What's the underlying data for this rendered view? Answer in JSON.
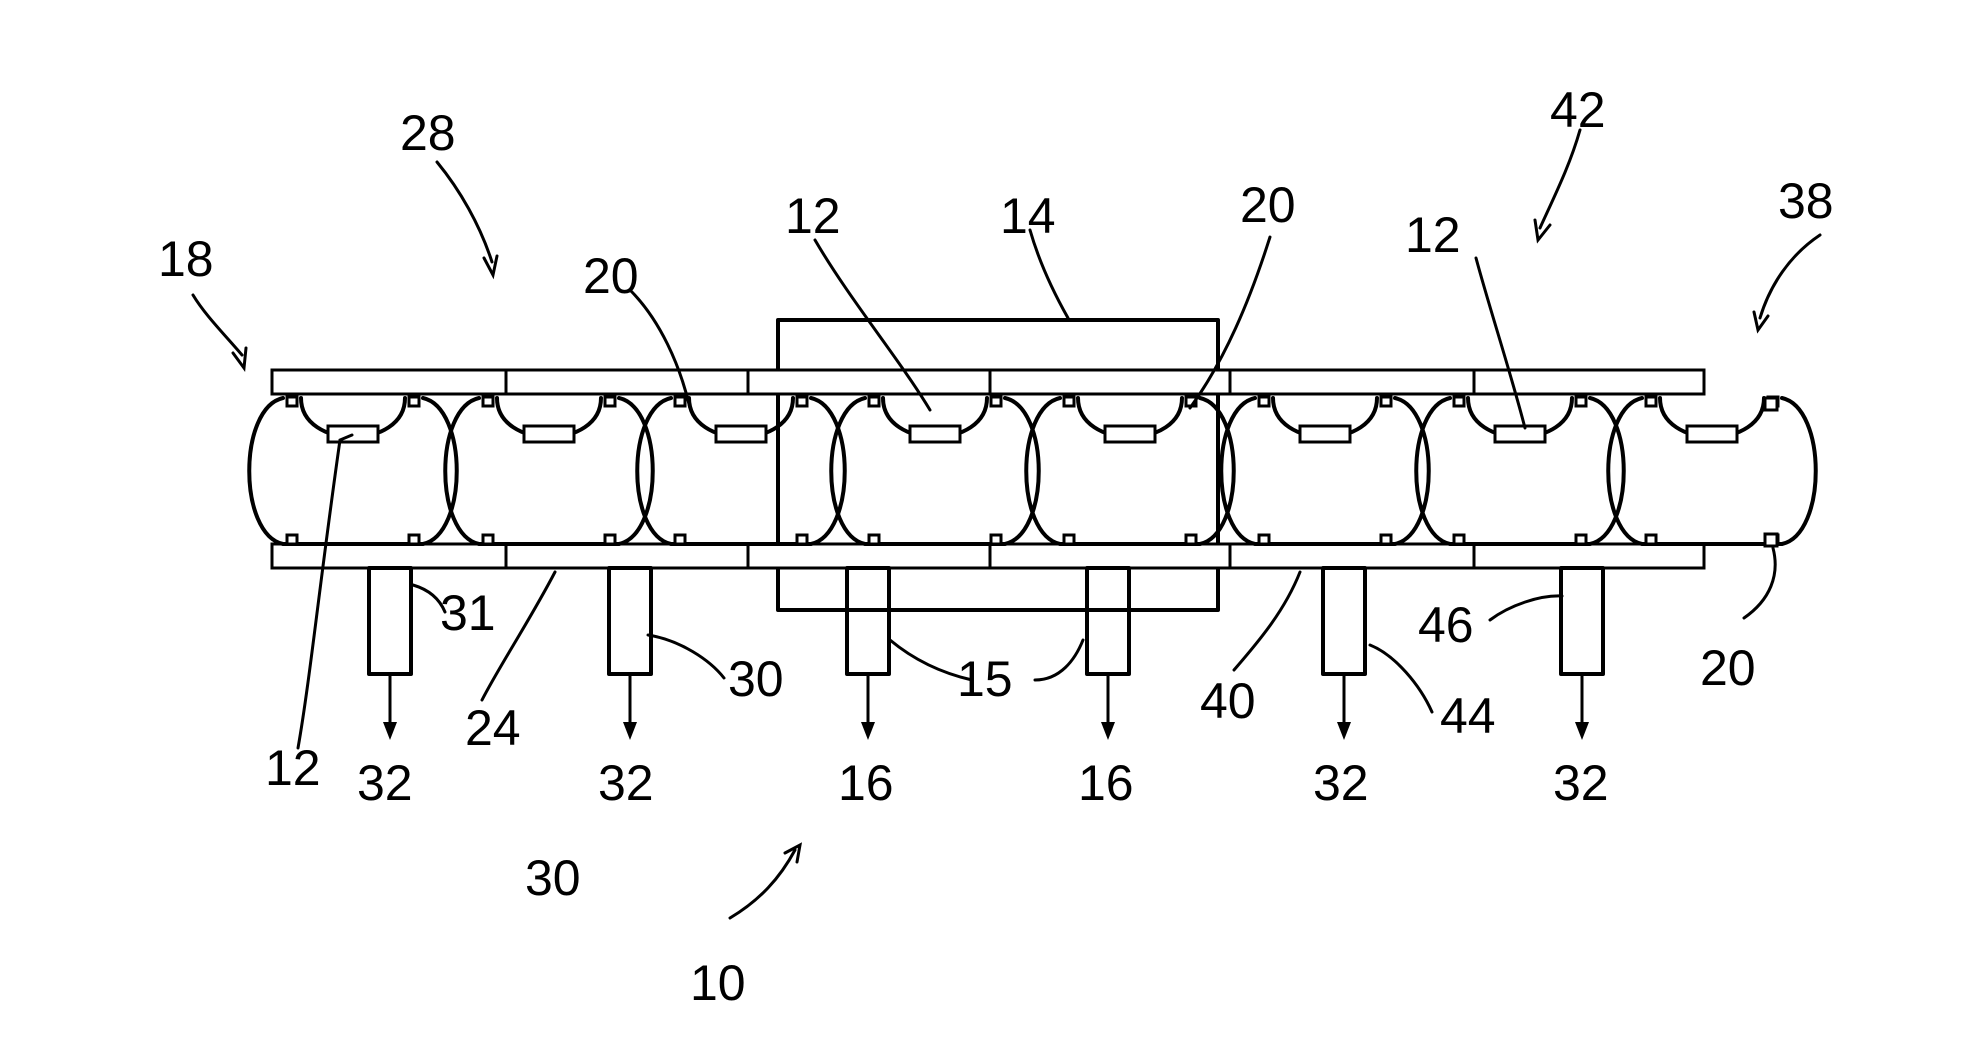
{
  "labels": {
    "l10": "10",
    "l12": "12",
    "l14": "14",
    "l15": "15",
    "l16": "16",
    "l18": "18",
    "l20": "20",
    "l24": "24",
    "l28": "28",
    "l30": "30",
    "l31": "31",
    "l32": "32",
    "l38": "38",
    "l40": "40",
    "l42": "42",
    "l44": "44",
    "l46": "46"
  }
}
